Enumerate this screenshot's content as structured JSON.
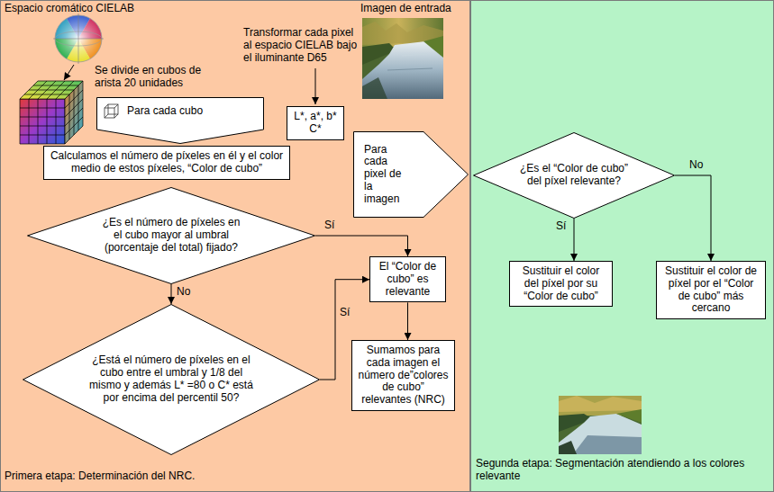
{
  "diagram": {
    "nodes": [
      {
        "text": [
          "Primera etapa: Determinación del NRC."
        ]
      },
      {
        "text": [
          "Segunda etapa: Segmentación atendiendo a los colores relevante"
        ]
      },
      {
        "text": [
          "Para cada cubo"
        ],
        "in": 0
      },
      {
        "text": [
          "Calculamos el número de píxeles en él y el color medio de estos píxeles, “Color de cubo”"
        ],
        "in": 0
      },
      {
        "text": [
          "¿Es el número de píxeles en el cubo mayor al umbral (porcentaje del total) fijado?"
        ],
        "in": 0
      },
      {
        "text": [
          "¿Está el número de píxeles en el cubo entre el umbral y 1/8 del mismo y además L* =80 o C* está por encima del percentil 50?"
        ],
        "in": 0
      },
      {
        "text": [
          "El “Color de cubo” es relevante"
        ],
        "in": 0
      },
      {
        "text": [
          "Sumamos para cada imagen el número de”colores de cubo” relevantes (NRC)"
        ],
        "in": 0
      },
      {
        "text": [
          "L*, a*, b* C*"
        ],
        "in": 0
      },
      {
        "text": [
          "Para cada pixel de la imagen"
        ],
        "in": 0
      },
      {
        "text": [
          "¿Es el “Color de cubo” del píxel relevante?"
        ],
        "in": 1
      },
      {
        "text": [
          "Sustituir el color del píxel por su “Color de cubo”"
        ],
        "in": 1
      },
      {
        "text": [
          "Sustituir el color de píxel por el “Color de cubo” más cercano"
        ],
        "in": 1
      }
    ],
    "edges": [
      {
        "from": 4,
        "to": 6,
        "arrow": "to",
        "label": "Sí"
      },
      {
        "from": 4,
        "to": 5,
        "arrow": "to",
        "label": "No"
      },
      {
        "from": 5,
        "to": 6,
        "arrow": "to",
        "label": "Sí"
      },
      {
        "from": 6,
        "to": 7,
        "arrow": "to"
      },
      {
        "from": 10,
        "to": 11,
        "arrow": "to",
        "label": "Sí"
      },
      {
        "from": 10,
        "to": 12,
        "arrow": "to",
        "label": "No"
      }
    ],
    "labels": [
      "Espacio cromático CIELAB",
      "Se divide en cubos de arista 20 unidades",
      "Imagen de entrada",
      "Transformar cada pixel al espacio CIELAB bajo el iluminante D65"
    ]
  }
}
